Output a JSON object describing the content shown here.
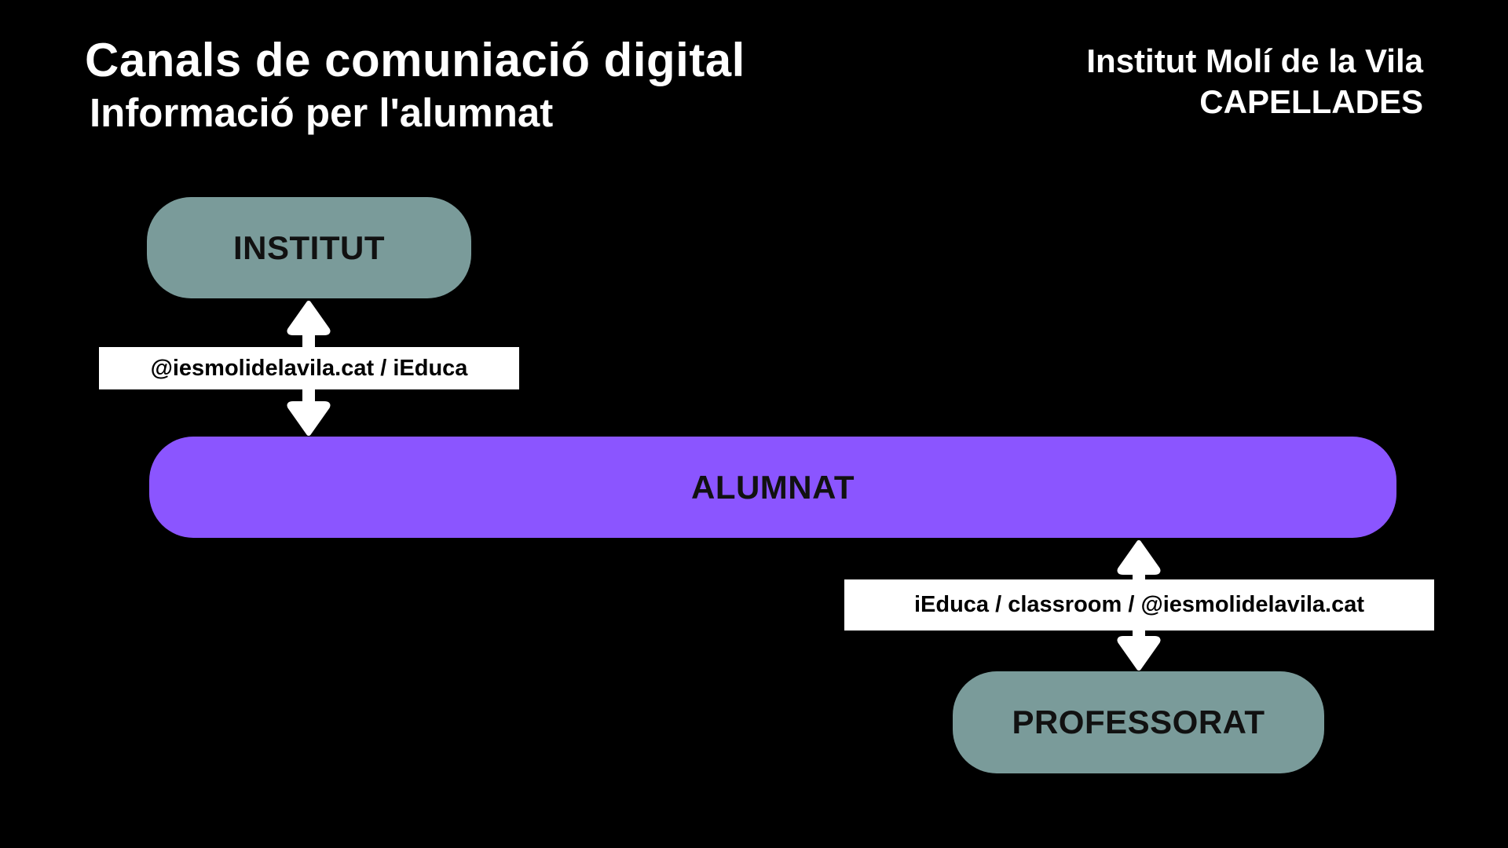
{
  "header": {
    "title": "Canals de comuniació digital",
    "subtitle": "Informació per l'alumnat",
    "school_name": "Institut Molí de la Vila",
    "school_town": "CAPELLADES"
  },
  "nodes": {
    "institut": "INSTITUT",
    "alumnat": "ALUMNAT",
    "professorat": "PROFESSORAT"
  },
  "edges": {
    "institut_alumnat": "@iesmolidelavila.cat / iEduca",
    "alumnat_professorat": "iEduca / classroom / @iesmolidelavila.cat"
  },
  "colors": {
    "background": "#000000",
    "node_gray": "#7a9b9a",
    "node_purple": "#8b55ff",
    "arrow": "#ffffff"
  }
}
